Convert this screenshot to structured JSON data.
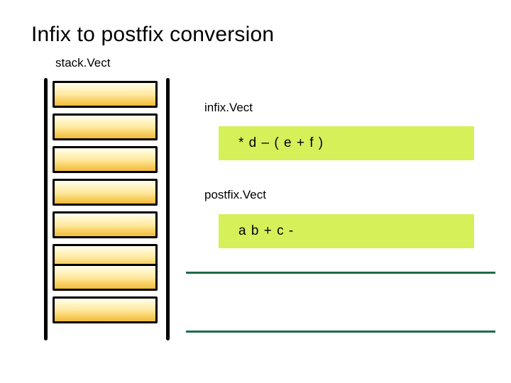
{
  "slide": {
    "title": "Infix to postfix conversion"
  },
  "labels": {
    "stack": "stack.Vect",
    "infix": "infix.Vect",
    "postfix": "postfix.Vect"
  },
  "expressions": {
    "infix": "* d – ( e + f )",
    "postfix": "a b + c -"
  },
  "stack": {
    "cell_count": 8,
    "cells": [
      "",
      "",
      "",
      "",
      "",
      "",
      "",
      ""
    ]
  },
  "colors": {
    "highlight": "#d6f05a",
    "stack_cell_top": "#fffef0",
    "stack_cell_bottom": "#f0bb3c",
    "rule": "#1f6b4a",
    "text": "#000000"
  }
}
